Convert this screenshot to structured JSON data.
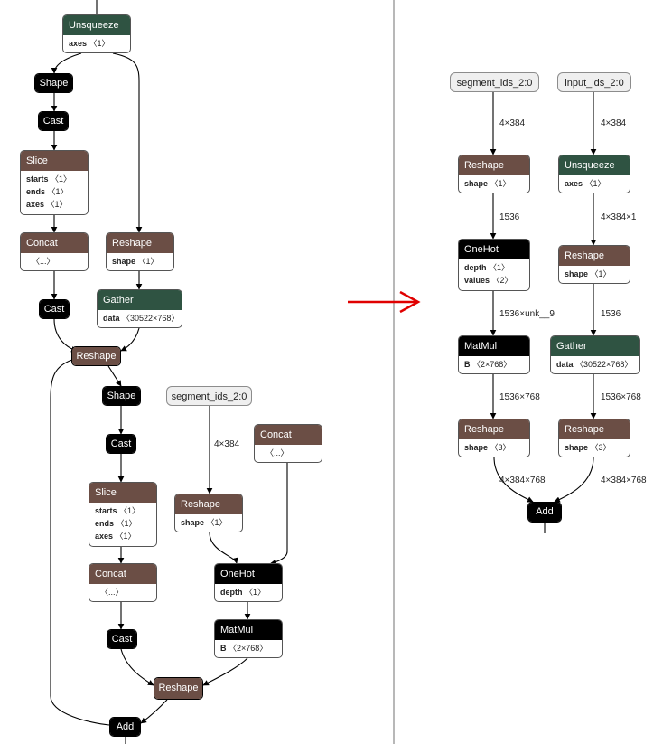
{
  "left_graph": {
    "nodes": [
      {
        "id": "L_unsqueeze",
        "op": "Unsqueeze",
        "color": "#2f5342",
        "attrs": [
          {
            "name": "axes",
            "value": "〈1〉"
          }
        ]
      },
      {
        "id": "L_shape1",
        "op": "Shape",
        "color": "#000000",
        "attrs": []
      },
      {
        "id": "L_cast1",
        "op": "Cast",
        "color": "#000000",
        "attrs": []
      },
      {
        "id": "L_slice1",
        "op": "Slice",
        "color": "#6b4e45",
        "attrs": [
          {
            "name": "starts",
            "value": "〈1〉"
          },
          {
            "name": "ends",
            "value": "〈1〉"
          },
          {
            "name": "axes",
            "value": "〈1〉"
          }
        ]
      },
      {
        "id": "L_concat1",
        "op": "Concat",
        "color": "#6b4e45",
        "attrs": [
          {
            "name": "",
            "value": "〈...〉"
          }
        ]
      },
      {
        "id": "L_reshape_a",
        "op": "Reshape",
        "color": "#6b4e45",
        "attrs": [
          {
            "name": "shape",
            "value": "〈1〉"
          }
        ]
      },
      {
        "id": "L_cast2",
        "op": "Cast",
        "color": "#000000",
        "attrs": []
      },
      {
        "id": "L_gather",
        "op": "Gather",
        "color": "#2f5342",
        "attrs": [
          {
            "name": "data",
            "value": "〈30522×768〉"
          }
        ]
      },
      {
        "id": "L_reshape_b",
        "op": "Reshape",
        "color": "#6b4e45",
        "attrs": []
      },
      {
        "id": "L_shape2",
        "op": "Shape",
        "color": "#000000",
        "attrs": []
      },
      {
        "id": "L_seg_input",
        "op": "segment_ids_2:0",
        "color": "#efefef",
        "attrs": []
      },
      {
        "id": "L_cast3",
        "op": "Cast",
        "color": "#000000",
        "attrs": []
      },
      {
        "id": "L_concat2",
        "op": "Concat",
        "color": "#6b4e45",
        "attrs": [
          {
            "name": "",
            "value": "〈...〉"
          }
        ]
      },
      {
        "id": "L_slice2",
        "op": "Slice",
        "color": "#6b4e45",
        "attrs": [
          {
            "name": "starts",
            "value": "〈1〉"
          },
          {
            "name": "ends",
            "value": "〈1〉"
          },
          {
            "name": "axes",
            "value": "〈1〉"
          }
        ]
      },
      {
        "id": "L_reshape_c",
        "op": "Reshape",
        "color": "#6b4e45",
        "attrs": [
          {
            "name": "shape",
            "value": "〈1〉"
          }
        ]
      },
      {
        "id": "L_concat3",
        "op": "Concat",
        "color": "#6b4e45",
        "attrs": [
          {
            "name": "",
            "value": "〈...〉"
          }
        ]
      },
      {
        "id": "L_onehot",
        "op": "OneHot",
        "color": "#000000",
        "attrs": [
          {
            "name": "depth",
            "value": "〈1〉"
          }
        ]
      },
      {
        "id": "L_matmul",
        "op": "MatMul",
        "color": "#000000",
        "attrs": [
          {
            "name": "B",
            "value": "〈2×768〉"
          }
        ]
      },
      {
        "id": "L_cast4",
        "op": "Cast",
        "color": "#000000",
        "attrs": []
      },
      {
        "id": "L_reshape_d",
        "op": "Reshape",
        "color": "#6b4e45",
        "attrs": []
      },
      {
        "id": "L_add",
        "op": "Add",
        "color": "#000000",
        "attrs": []
      }
    ],
    "edge_labels": [
      {
        "id": "L_e_seg",
        "text": "4×384"
      }
    ]
  },
  "right_graph": {
    "nodes": [
      {
        "id": "R_seg_input",
        "op": "segment_ids_2:0",
        "color": "#efefef",
        "attrs": []
      },
      {
        "id": "R_in_input",
        "op": "input_ids_2:0",
        "color": "#efefef",
        "attrs": []
      },
      {
        "id": "R_reshape1",
        "op": "Reshape",
        "color": "#6b4e45",
        "attrs": [
          {
            "name": "shape",
            "value": "〈1〉"
          }
        ]
      },
      {
        "id": "R_unsqueeze",
        "op": "Unsqueeze",
        "color": "#2f5342",
        "attrs": [
          {
            "name": "axes",
            "value": "〈1〉"
          }
        ]
      },
      {
        "id": "R_onehot",
        "op": "OneHot",
        "color": "#000000",
        "attrs": [
          {
            "name": "depth",
            "value": "〈1〉"
          },
          {
            "name": "values",
            "value": "〈2〉"
          }
        ]
      },
      {
        "id": "R_reshape2",
        "op": "Reshape",
        "color": "#6b4e45",
        "attrs": [
          {
            "name": "shape",
            "value": "〈1〉"
          }
        ]
      },
      {
        "id": "R_matmul",
        "op": "MatMul",
        "color": "#000000",
        "attrs": [
          {
            "name": "B",
            "value": "〈2×768〉"
          }
        ]
      },
      {
        "id": "R_gather",
        "op": "Gather",
        "color": "#2f5342",
        "attrs": [
          {
            "name": "data",
            "value": "〈30522×768〉"
          }
        ]
      },
      {
        "id": "R_reshape3",
        "op": "Reshape",
        "color": "#6b4e45",
        "attrs": [
          {
            "name": "shape",
            "value": "〈3〉"
          }
        ]
      },
      {
        "id": "R_reshape4",
        "op": "Reshape",
        "color": "#6b4e45",
        "attrs": [
          {
            "name": "shape",
            "value": "〈3〉"
          }
        ]
      },
      {
        "id": "R_add",
        "op": "Add",
        "color": "#000000",
        "attrs": []
      }
    ],
    "edge_labels": [
      {
        "id": "R_e1",
        "text": "4×384"
      },
      {
        "id": "R_e2",
        "text": "4×384"
      },
      {
        "id": "R_e3",
        "text": "1536"
      },
      {
        "id": "R_e4",
        "text": "4×384×1"
      },
      {
        "id": "R_e5",
        "text": "1536×unk__9"
      },
      {
        "id": "R_e6",
        "text": "1536"
      },
      {
        "id": "R_e7",
        "text": "1536×768"
      },
      {
        "id": "R_e8",
        "text": "1536×768"
      },
      {
        "id": "R_e9",
        "text": "4×384×768"
      },
      {
        "id": "R_e10",
        "text": "4×384×768"
      }
    ]
  }
}
